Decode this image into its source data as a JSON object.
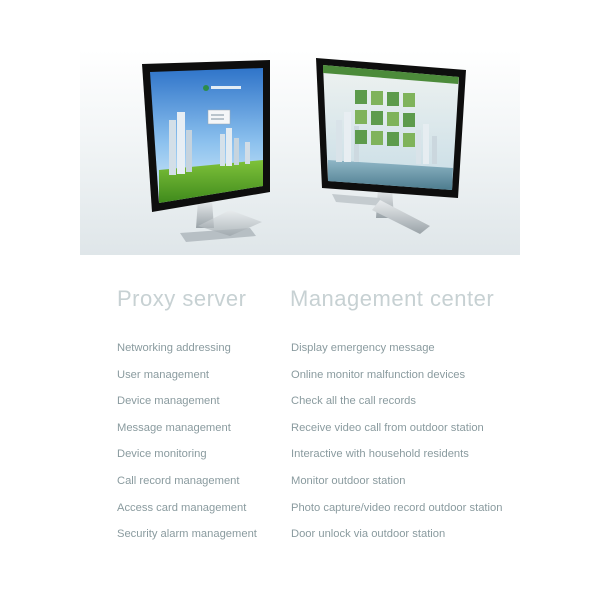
{
  "columns": {
    "proxy_server": {
      "title": "Proxy server",
      "items": [
        "Networking addressing",
        "User management",
        "Device management",
        "Message management",
        "Device monitoring",
        "Call record management",
        "Access card management",
        "Security alarm management"
      ]
    },
    "management_center": {
      "title": "Management center",
      "items": [
        "Display emergency message",
        "Online monitor malfunction devices",
        "Check all the call records",
        "Receive video call from outdoor station",
        "Interactive with household residents",
        "Monitor outdoor station",
        "Photo capture/video record outdoor station",
        "Door unlock via outdoor station"
      ]
    }
  },
  "colors": {
    "heading": "#c7d1d3",
    "item_text": "#8a9b9f",
    "monitor_frame": "#111111"
  }
}
